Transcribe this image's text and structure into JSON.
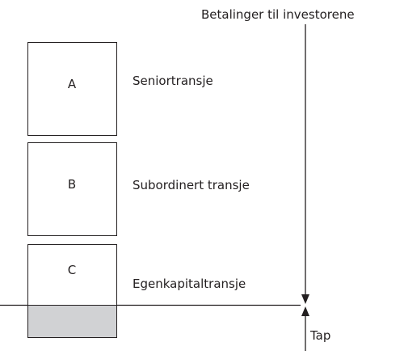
{
  "header": {
    "payments_label": "Betalinger til investorene"
  },
  "tranches": [
    {
      "letter": "A",
      "name": "Seniortransje"
    },
    {
      "letter": "B",
      "name": "Subordinert transje"
    },
    {
      "letter": "C",
      "name": "Egenkapitaltransje"
    }
  ],
  "loss_label": "Tap",
  "colors": {
    "line": "#231f20",
    "loss_fill": "#d1d2d4"
  }
}
